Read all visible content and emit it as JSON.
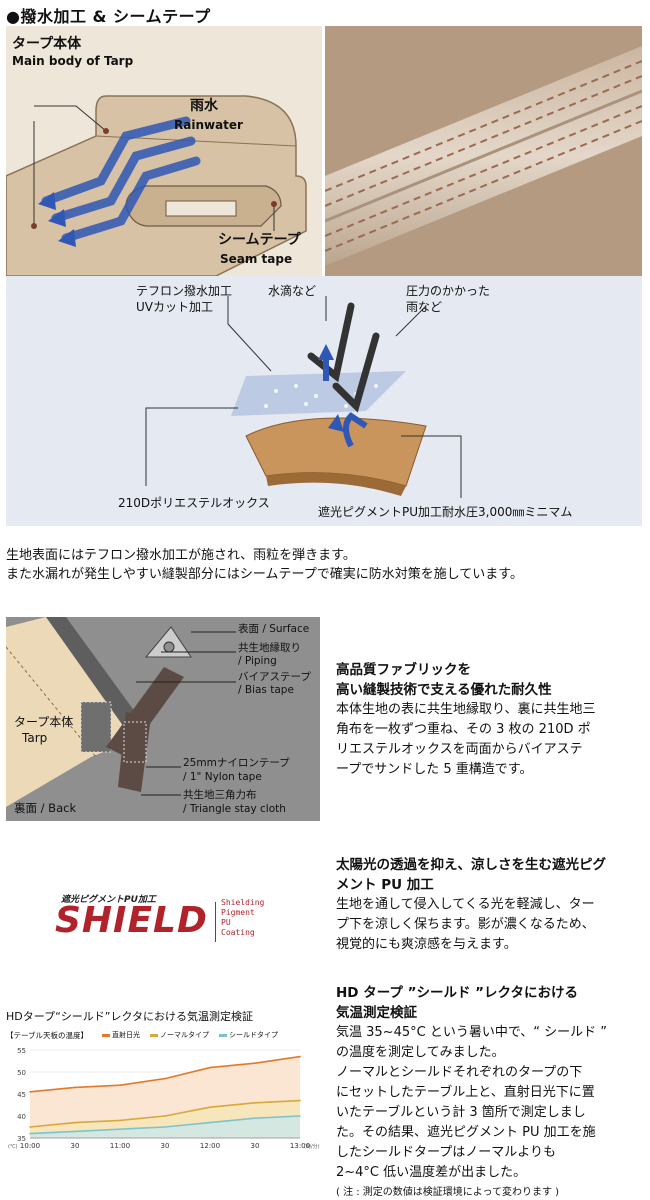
{
  "title": "●撥水加工 & シームテープ",
  "fig1": {
    "tarp_jp": "タープ本体",
    "tarp_en": "Main body of Tarp",
    "rain_jp": "雨水",
    "rain_en": "Rainwater",
    "seam_jp": "シームテープ",
    "seam_en": "Seam tape"
  },
  "fig2": {
    "teflon": "テフロン撥水加工",
    "uv": "UVカット加工",
    "drops": "水滴など",
    "pressure1": "圧力のかかった",
    "pressure2": "雨など",
    "oxford": "210Dポリエステルオックス",
    "pu": "遮光ピグメントPU加工耐水圧3,000㎜ミニマム"
  },
  "intro": [
    "生地表面にはテフロン撥水加工が施され、雨粒を弾きます。",
    "また水漏れが発生しやすい縫製部分にはシームテープで確実に防水対策を施しています。"
  ],
  "fig3": {
    "surface": "表面 / Surface",
    "piping1": "共生地縁取り",
    "piping2": "/ Piping",
    "bias1": "バイアステープ",
    "bias2": "/ Bias tape",
    "tarp_jp": "タープ本体",
    "tarp_en": "Tarp",
    "nylon1": "25mmナイロンテープ",
    "nylon2": "/ 1\" Nylon tape",
    "triangle1": "共生地三角力布",
    "triangle2": "/ Triangle stay cloth",
    "back": "裏面 / Back"
  },
  "section1": {
    "heading": [
      "高品質ファブリックを",
      "高い縫製技術で支える優れた耐久性"
    ],
    "body": [
      "本体生地の表に共生地縁取り、裏に共生地三",
      "角布を一枚ずつ重ね、その 3 枚の 210D ポ",
      "リエステルオックスを両面からバイアステ",
      "ープでサンドした 5 重構造です。"
    ]
  },
  "logo": {
    "small": "遮光ピグメントPU加工",
    "big": "SHIELD",
    "side": [
      "Shielding",
      "Pigment",
      "PU",
      "Coating"
    ]
  },
  "section2": {
    "heading": [
      "太陽光の透過を抑え、涼しさを生む遮光ピグ",
      "メント PU 加工"
    ],
    "body": [
      "生地を通して侵入してくる光を軽減し、ター",
      "プ下を涼しく保ちます。影が濃くなるため、",
      "視覚的にも爽涼感を与えます。"
    ]
  },
  "section3": {
    "heading": [
      "HD タープ ”シールド ”レクタにおける",
      "気温測定検証"
    ],
    "body": [
      "気温 35~45°C という暑い中で、“ シールド ”",
      "の温度を測定してみました。",
      "ノーマルとシールドそれぞれのタープの下",
      "にセットしたテーブル上と、直射日光下に置",
      "いたテーブルという計 3 箇所で測定しまし",
      "た。その結果、遮光ピグメント PU 加工を施",
      "したシールドタープはノーマルよりも",
      "2~4°C 低い温度差が出ました。"
    ],
    "note": "( 注 : 測定の数値は検証環境によって変わります )"
  },
  "chart_data": {
    "type": "area",
    "title": "HDタープ“シールド”レクタにおける気温測定検証",
    "subtitle": "【テーブル天板の温度】",
    "x": [
      "10:00",
      "30",
      "11:00",
      "30",
      "12:00",
      "30",
      "13:00"
    ],
    "x_unit": "(時/分)",
    "y_unit": "(℃)",
    "ylim": [
      35,
      55
    ],
    "yticks": [
      35,
      40,
      45,
      50,
      55
    ],
    "series": [
      {
        "name": "直射日光",
        "color": "#e07a2a",
        "values": [
          45.5,
          46.5,
          47.0,
          48.5,
          51.0,
          52.0,
          53.5
        ]
      },
      {
        "name": "ノーマルタイプ",
        "color": "#d9a73a",
        "values": [
          37.5,
          38.5,
          39.0,
          40.0,
          42.0,
          43.0,
          43.5
        ]
      },
      {
        "name": "シールドタイプ",
        "color": "#7cc4cc",
        "values": [
          36.0,
          36.5,
          37.0,
          37.5,
          38.5,
          39.5,
          40.0
        ]
      }
    ]
  }
}
